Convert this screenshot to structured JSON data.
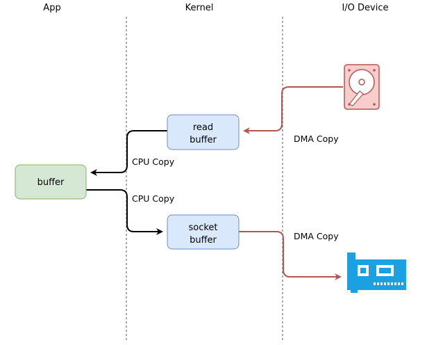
{
  "lanes": {
    "app": "App",
    "kernel": "Kernel",
    "device": "I/O Device"
  },
  "boxes": {
    "app_buffer": "buffer",
    "read_buffer_line1": "read",
    "read_buffer_line2": "buffer",
    "socket_buffer_line1": "socket",
    "socket_buffer_line2": "buffer"
  },
  "edge_labels": {
    "dma_read": "DMA Copy",
    "cpu_read": "CPU Copy",
    "cpu_write": "CPU Copy",
    "dma_write": "DMA Copy"
  },
  "icons": {
    "disk": "hard-disk-icon",
    "nic": "network-card-icon"
  },
  "colors": {
    "kernel_box_fill": "#dae8fc",
    "kernel_box_stroke": "#6c8ebf",
    "app_box_fill": "#d5e8d4",
    "app_box_stroke": "#82b366",
    "dma_arrow": "#b85450",
    "cpu_arrow": "#000000",
    "disk_fill": "#f8cecc",
    "nic_fill": "#1ba1e2"
  }
}
